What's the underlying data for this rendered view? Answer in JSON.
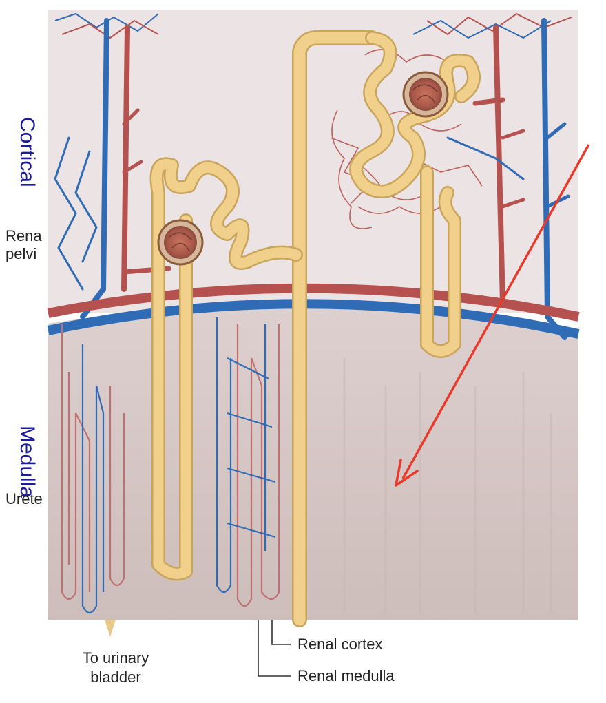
{
  "labels": {
    "cortical": "Cortical",
    "medulla": "Medulla",
    "renal_pelvis_line1": "Rena",
    "renal_pelvis_line2": "pelvi",
    "ureter": "Urete",
    "to_urinary_bladder_line1": "To urinary",
    "to_urinary_bladder_line2": "bladder",
    "renal_cortex": "Renal cortex",
    "renal_medulla": "Renal medulla"
  },
  "colors": {
    "artery": "#b5524f",
    "vein": "#2f6cb5",
    "tubule": "#f1d08c",
    "tubule_edge": "#c9a55c",
    "cortex_bg": "#ece4e4",
    "medulla_bg": "#d6c9c7",
    "arrow": "#e8392a",
    "label_blue": "#1c1c9a"
  }
}
